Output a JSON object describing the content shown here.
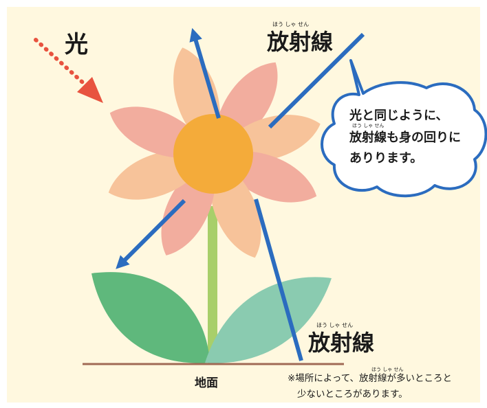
{
  "labels": {
    "light": "光",
    "radiation_top": "放射線",
    "radiation_top_ruby": "ほう  しゃ  せん",
    "radiation_bottom": "放射線",
    "radiation_bottom_ruby": "ほう    しゃ    せん",
    "ground": "地面"
  },
  "bubble": {
    "line1": "光と同じように、",
    "line2": "放射線も身の回りに",
    "line2_ruby": "ほう しゃ せん",
    "line3": "ありります。"
  },
  "note": {
    "line1": "※場所によって、放射線が多いところと",
    "line1_ruby": "ほう しゃ せん",
    "line2": "少ないところがあります。"
  },
  "colors": {
    "background": "#fff8df",
    "light_arrow": "#e8533f",
    "radiation": "#2b6cbf",
    "petal_pink": "#f2ad9e",
    "petal_orange": "#f7c39a",
    "flower_center": "#f4ab3a",
    "stem": "#a8cf6a",
    "leaf_left": "#5fb87c",
    "leaf_right": "#8acbb0",
    "ground_line": "#a06a55",
    "bubble_fill": "#ffffff",
    "bubble_stroke": "#2b6cbf"
  }
}
